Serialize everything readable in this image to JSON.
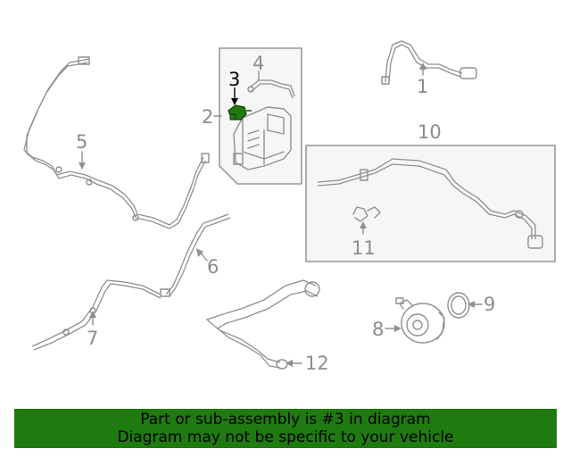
{
  "labels": {
    "p1": "1",
    "p2": "2",
    "p3": "3",
    "p4": "4",
    "p5": "5",
    "p6": "6",
    "p7": "7",
    "p8": "8",
    "p9": "9",
    "p10": "10",
    "p11": "11",
    "p12": "12"
  },
  "highlighted_part": "3",
  "colors": {
    "banner": "#1f7a0f",
    "highlight_part": "#1f7a0f",
    "line_art": "#8f8f8f"
  },
  "banner": {
    "line1": "Part or sub-assembly is #3 in diagram",
    "line2": "Diagram may not be specific to your vehicle"
  }
}
